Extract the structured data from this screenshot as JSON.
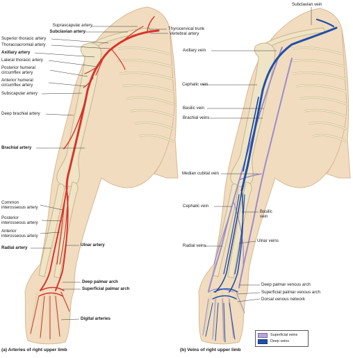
{
  "panel_a": {
    "caption": "(a) Arteries of right upper limb",
    "labels": [
      "Suprascapular artery",
      "Subclavian artery",
      "Superior thoracic artery",
      "Thoracoacromial artery",
      "Axillary artery",
      "Lateral thoracic artery",
      "Posterior humeral\ncircumflex artery",
      "Anterior humeral\ncircumflex artery",
      "Subscapular artery",
      "Deep brachial artery",
      "Brachial artery",
      "Common\ninterosseous artery",
      "Posterior\ninterosseous artery",
      "Anterior\ninterosseous artery",
      "Radial artery",
      "Thyrocervical trunk",
      "Vertebral artery",
      "Ulnar artery",
      "Deep palmar arch",
      "Superficial palmar arch",
      "Digital arteries"
    ]
  },
  "panel_b": {
    "caption": "(b) Veins of right upper limb",
    "labels": [
      "Subclavian vein",
      "Axillary vein",
      "Cephalic vein",
      "Basilic vein",
      "Brachial veins",
      "Median cubital vein",
      "Cephalic vein",
      "Basilic\nvein",
      "Ulnar veins",
      "Radial veins",
      "Deep palmar venous arch",
      "Superficial palmar venous arch",
      "Dorsal venous network"
    ]
  },
  "legend": {
    "items": [
      {
        "label": "Superficial veins",
        "color": "#b9a6d6"
      },
      {
        "label": "Deep veins",
        "color": "#1f4fa8"
      }
    ]
  },
  "colors": {
    "skin": "#f1dcc0",
    "skin_edge": "#d7b891",
    "bone": "#efe4c6",
    "bone_edge": "#c9b48a",
    "artery": "#d8342a",
    "superficial_vein": "#9d8cc9",
    "deep_vein": "#1f4fa8"
  }
}
